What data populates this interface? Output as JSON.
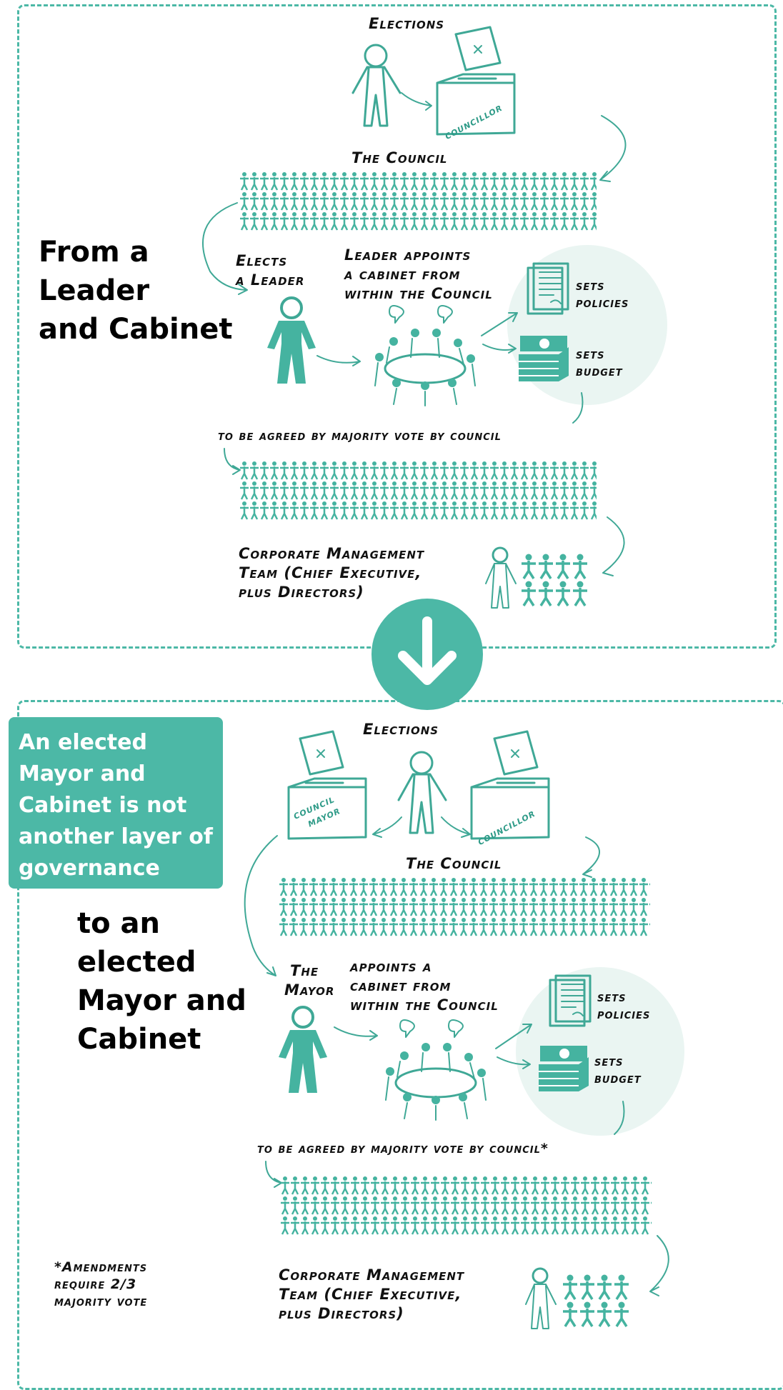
{
  "colors": {
    "accent": "#4cb8a6",
    "line": "#3fa896",
    "bubble": "#eaf5f2"
  },
  "top": {
    "headline": [
      "From a",
      "Leader",
      "and Cabinet"
    ],
    "elections": "Elections",
    "ballot_box_label": "councillor",
    "council_title": "The Council",
    "elects_leader": [
      "Elects",
      "a Leader"
    ],
    "leader_appoints": [
      "Leader appoints",
      "a cabinet from",
      "within the Council"
    ],
    "sets_policies": [
      "sets",
      "policies"
    ],
    "sets_budget": [
      "sets",
      "budget"
    ],
    "vote_caption": "to be agreed by majority vote by council",
    "cmt": [
      "Corporate Management",
      "Team (Chief Executive,",
      "plus Directors)"
    ]
  },
  "divider_icon": "down-arrow-circle-icon",
  "bottom": {
    "callout": [
      "An elected",
      "Mayor and",
      "Cabinet is not",
      "another layer of",
      "governance"
    ],
    "headline": [
      "to an",
      "elected",
      "Mayor and",
      "Cabinet"
    ],
    "elections": "Elections",
    "ballot_box_mayor": [
      "council",
      "mayor"
    ],
    "ballot_box_councillor": "councillor",
    "council_title": "The Council",
    "the_mayor": [
      "The",
      "Mayor"
    ],
    "appoints": [
      "appoints a",
      "cabinet from",
      "within the Council"
    ],
    "sets_policies": [
      "sets",
      "policies"
    ],
    "sets_budget": [
      "sets",
      "budget"
    ],
    "vote_caption": "to be agreed by majority vote by council*",
    "footnote": [
      "*Amendments",
      "require 2/3",
      "majority vote"
    ],
    "cmt": [
      "Corporate Management",
      "Team (Chief Executive,",
      "plus Directors)"
    ]
  }
}
